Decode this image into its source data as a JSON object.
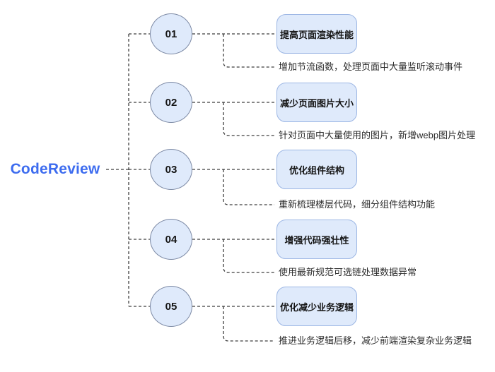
{
  "root": {
    "label": "CodeReview"
  },
  "nodes": [
    {
      "number": "01",
      "title": "提高页面渲染性能",
      "note": "增加节流函数，处理页面中大量监听滚动事件"
    },
    {
      "number": "02",
      "title": "减少页面图片大小",
      "note": "针对页面中大量使用的图片，新增webp图片处理"
    },
    {
      "number": "03",
      "title": "优化组件结构",
      "note": "重新梳理楼层代码，细分组件结构功能"
    },
    {
      "number": "04",
      "title": "增强代码强壮性",
      "note": "使用最新规范可选链处理数据异常"
    },
    {
      "number": "05",
      "title": "优化减少业务逻辑",
      "note": "推进业务逻辑后移，减少前端渲染复杂业务逻辑"
    }
  ],
  "colors": {
    "root_text": "#3d6cef",
    "node_fill": "#dfeafb",
    "circle_border": "#7d8aa5",
    "box_border": "#9cb6e4",
    "connector": "#3f3f3f",
    "text": "#141414"
  }
}
